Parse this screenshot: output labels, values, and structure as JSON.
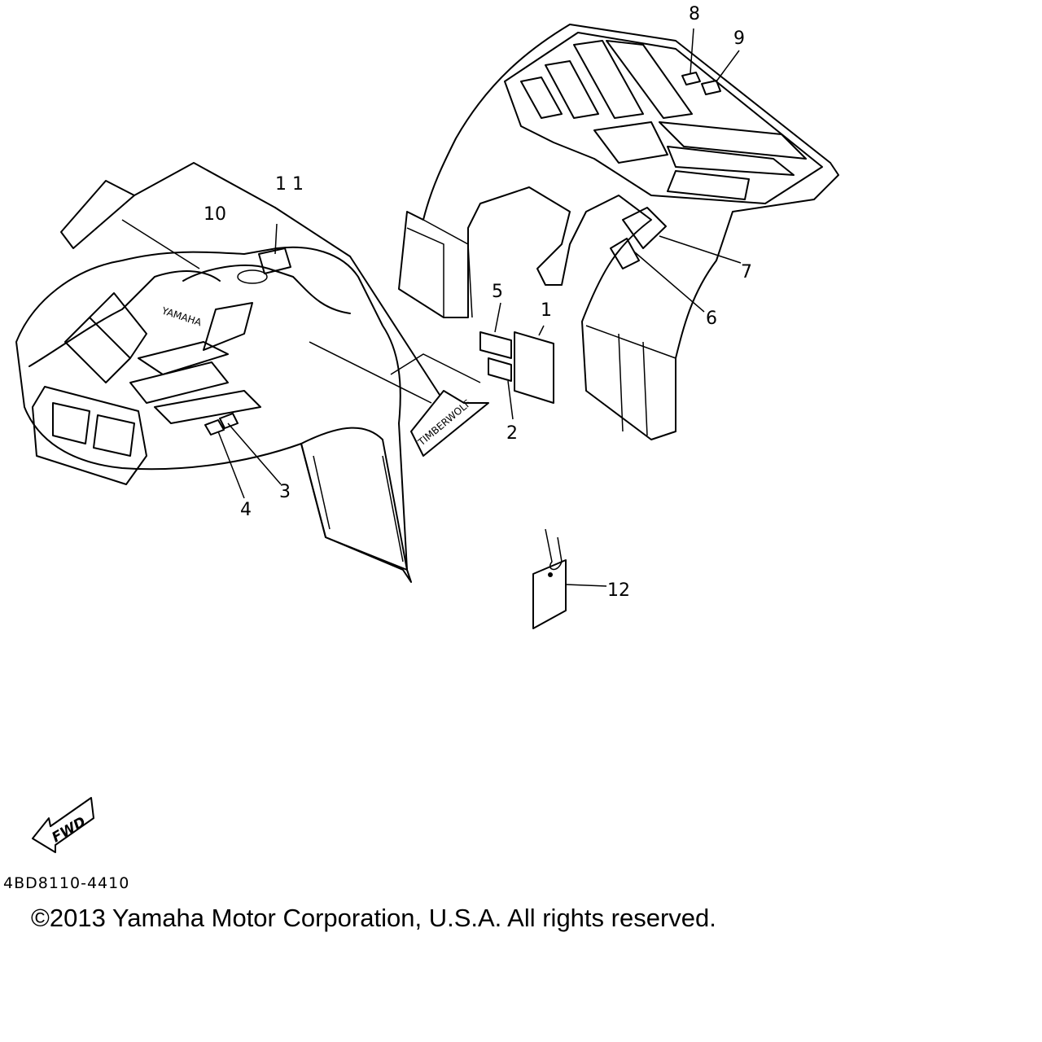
{
  "diagram": {
    "callouts": {
      "c1": "1",
      "c2": "2",
      "c3": "3",
      "c4": "4",
      "c5": "5",
      "c6": "6",
      "c7": "7",
      "c8": "8",
      "c9": "9",
      "c10": "10",
      "c11": "1 1",
      "c12": "12"
    },
    "decal_yamaha": "YAMAHA",
    "decal_timberwolf": "TIMBERWOLF",
    "fwd_label": "FWD"
  },
  "footer": {
    "part_number": "4BD8110-4410",
    "copyright": "©2013 Yamaha Motor Corporation, U.S.A. All rights reserved."
  }
}
